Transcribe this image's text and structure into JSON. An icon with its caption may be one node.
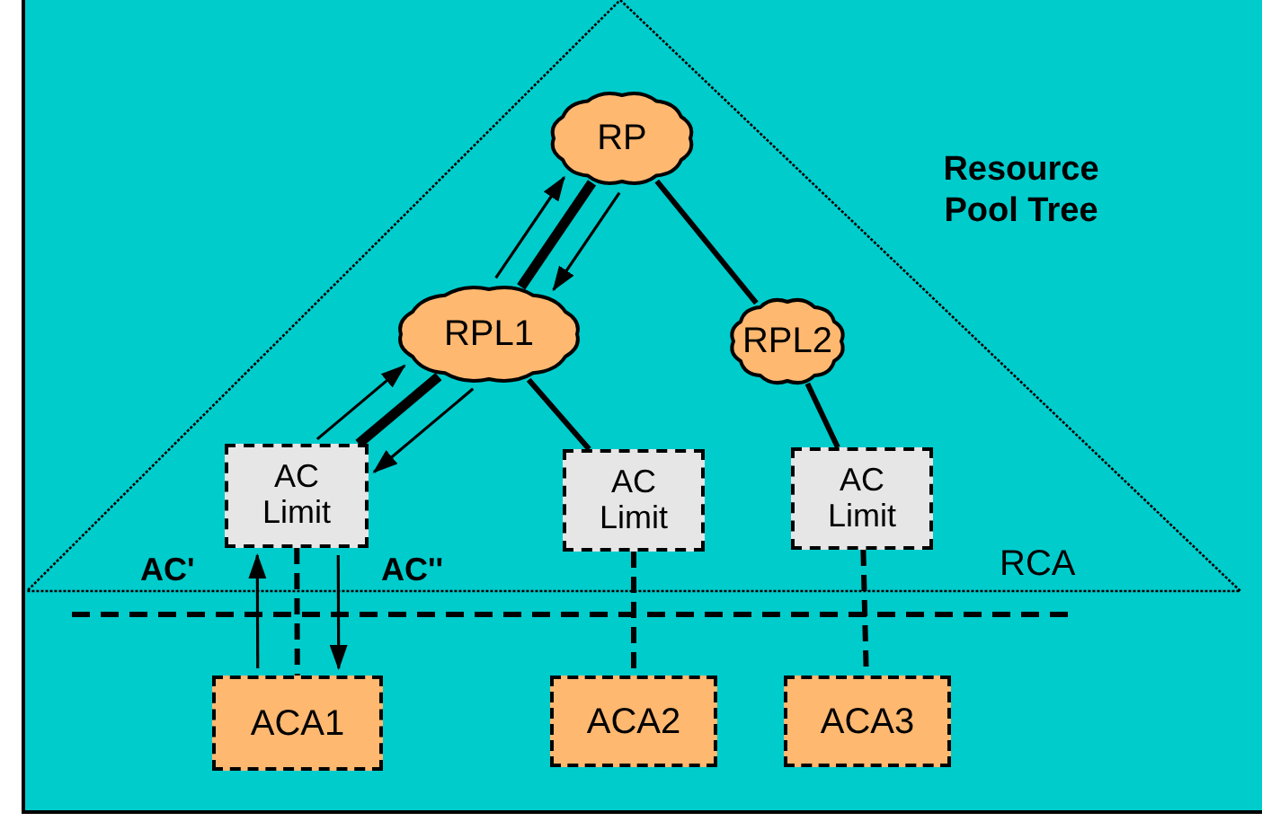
{
  "diagram": {
    "nodes": [
      {
        "text": [
          "RP"
        ]
      },
      {
        "text": [
          "RPL1"
        ]
      },
      {
        "text": [
          "RPL2"
        ]
      },
      {
        "text": [
          "AC Limit"
        ]
      },
      {
        "text": [
          "AC Limit"
        ]
      },
      {
        "text": [
          "AC Limit"
        ]
      },
      {
        "text": [
          "ACA1"
        ]
      },
      {
        "text": [
          "ACA2"
        ]
      },
      {
        "text": [
          "ACA3"
        ]
      }
    ],
    "edges": [
      {
        "from": 0,
        "to": 1,
        "arrow": "none",
        "style": "thick"
      },
      {
        "from": 0,
        "to": 2,
        "arrow": "none"
      },
      {
        "from": 1,
        "to": 3,
        "arrow": "none",
        "style": "thick"
      },
      {
        "from": 1,
        "to": 4,
        "arrow": "none"
      },
      {
        "from": 2,
        "to": 5,
        "arrow": "none"
      },
      {
        "from": 3,
        "to": 6,
        "arrow": "none",
        "style": "dashed"
      },
      {
        "from": 4,
        "to": 7,
        "arrow": "none",
        "style": "dashed"
      },
      {
        "from": 5,
        "to": 8,
        "arrow": "none",
        "style": "dashed"
      },
      {
        "from": 1,
        "to": 0,
        "arrow": "to"
      },
      {
        "from": 0,
        "to": 1,
        "arrow": "to"
      },
      {
        "from": 3,
        "to": 1,
        "arrow": "to"
      },
      {
        "from": 1,
        "to": 3,
        "arrow": "to"
      },
      {
        "from": 6,
        "to": 3,
        "arrow": "to"
      },
      {
        "from": 3,
        "to": 6,
        "arrow": "to"
      }
    ],
    "labels": [
      "Resource Pool Tree",
      "RCA",
      "AC'",
      "AC''"
    ]
  }
}
